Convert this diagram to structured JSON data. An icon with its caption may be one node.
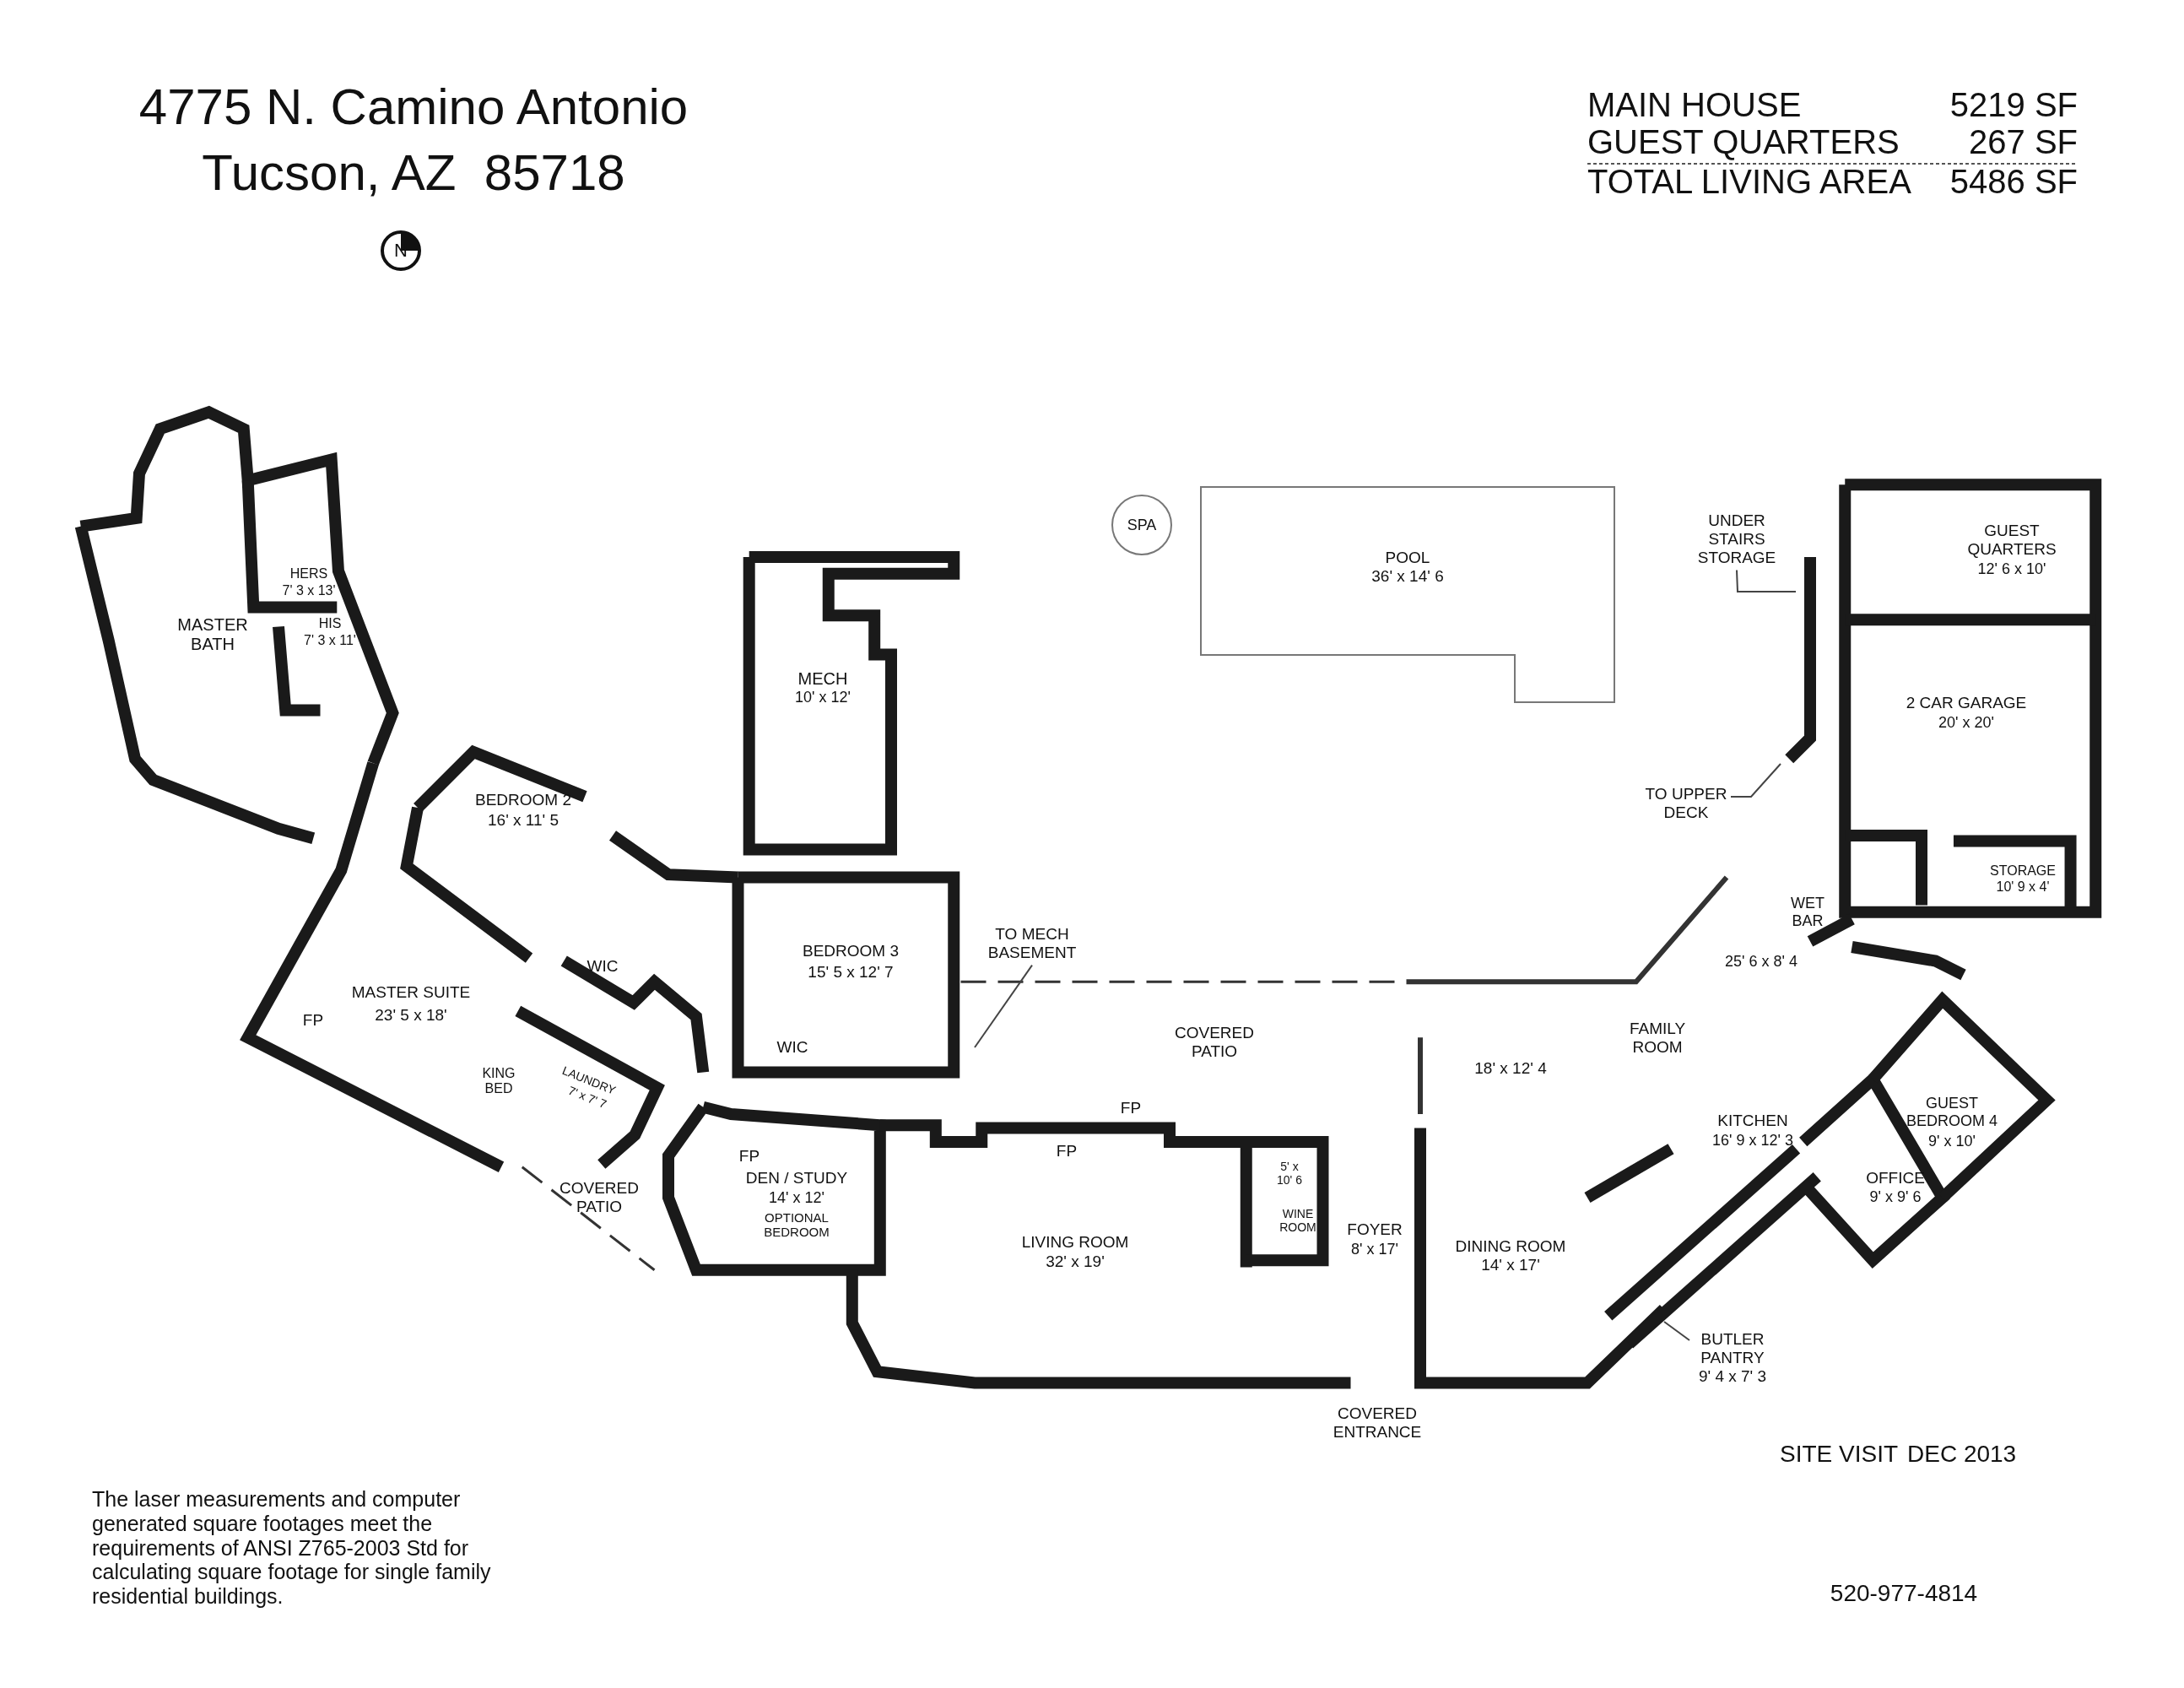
{
  "diagram": {
    "title": "4775 N. Camino Antonio Tucson, AZ  85718",
    "nodes": [
      {
        "text": [
          "SPA"
        ]
      },
      {
        "text": [
          "POOL",
          "36' x 14' 6"
        ]
      },
      {
        "text": [
          "UNDER STAIRS STORAGE"
        ]
      },
      {
        "text": [
          "TO UPPER DECK"
        ]
      },
      {
        "text": [
          "TO MECH BASEMENT"
        ]
      },
      {
        "text": [
          "BUTLER PANTRY",
          "9' 4 x 7' 3"
        ]
      }
    ],
    "edges": [
      {
        "from": 2,
        "to": null,
        "arrow": "none"
      },
      {
        "from": 3,
        "to": null,
        "arrow": "none"
      },
      {
        "from": 4,
        "to": null,
        "arrow": "none"
      },
      {
        "from": 5,
        "to": null,
        "arrow": "none"
      }
    ],
    "labels": [
      "N",
      "MAIN HOUSE",
      "5219 SF",
      "GUEST QUARTERS",
      "267 SF",
      "TOTAL LIVING AREA",
      "5486 SF",
      "HERS",
      "7' 3 x 13'",
      "MASTER BATH",
      "HIS",
      "7' 3 x 11'",
      "MECH",
      "10' x 12'",
      "GUEST QUARTERS",
      "12' 6 x 10'",
      "2 CAR GARAGE",
      "20' x 20'",
      "STORAGE",
      "10' 9 x 4'",
      "WET BAR",
      "25' 6 x 8' 4",
      "BEDROOM 2",
      "16' x 11' 5",
      "BEDROOM 3",
      "15' 5 x 12' 7",
      "WIC",
      "MASTER SUITE",
      "23' 5 x 18'",
      "FP",
      "WIC",
      "COVERED PATIO",
      "FAMILY ROOM",
      "18' x 12' 4",
      "FP",
      "FP",
      "KING BED",
      "LAUNDRY",
      "7' x 7' 7",
      "5' x 10' 6",
      "KITCHEN",
      "16' 9 x 12' 3",
      "GUEST BEDROOM 4",
      "9' x 10'",
      "FP",
      "DEN / STUDY",
      "14' x 12'",
      "OPTIONAL BEDROOM",
      "COVERED PATIO",
      "OFFICE",
      "9' x 9' 6",
      "WINE ROOM",
      "FOYER",
      "8' x 17'",
      "LIVING ROOM",
      "32' x 19'",
      "DINING ROOM",
      "14' x 17'",
      "COVERED ENTRANCE",
      "The laser measurements and computer generated square footages meet the requirements of ANSI Z765-2003 Std for calculating square footage for single family residential buildings.",
      "SITE VISIT",
      "DEC 2013",
      "520-977-4814"
    ]
  }
}
